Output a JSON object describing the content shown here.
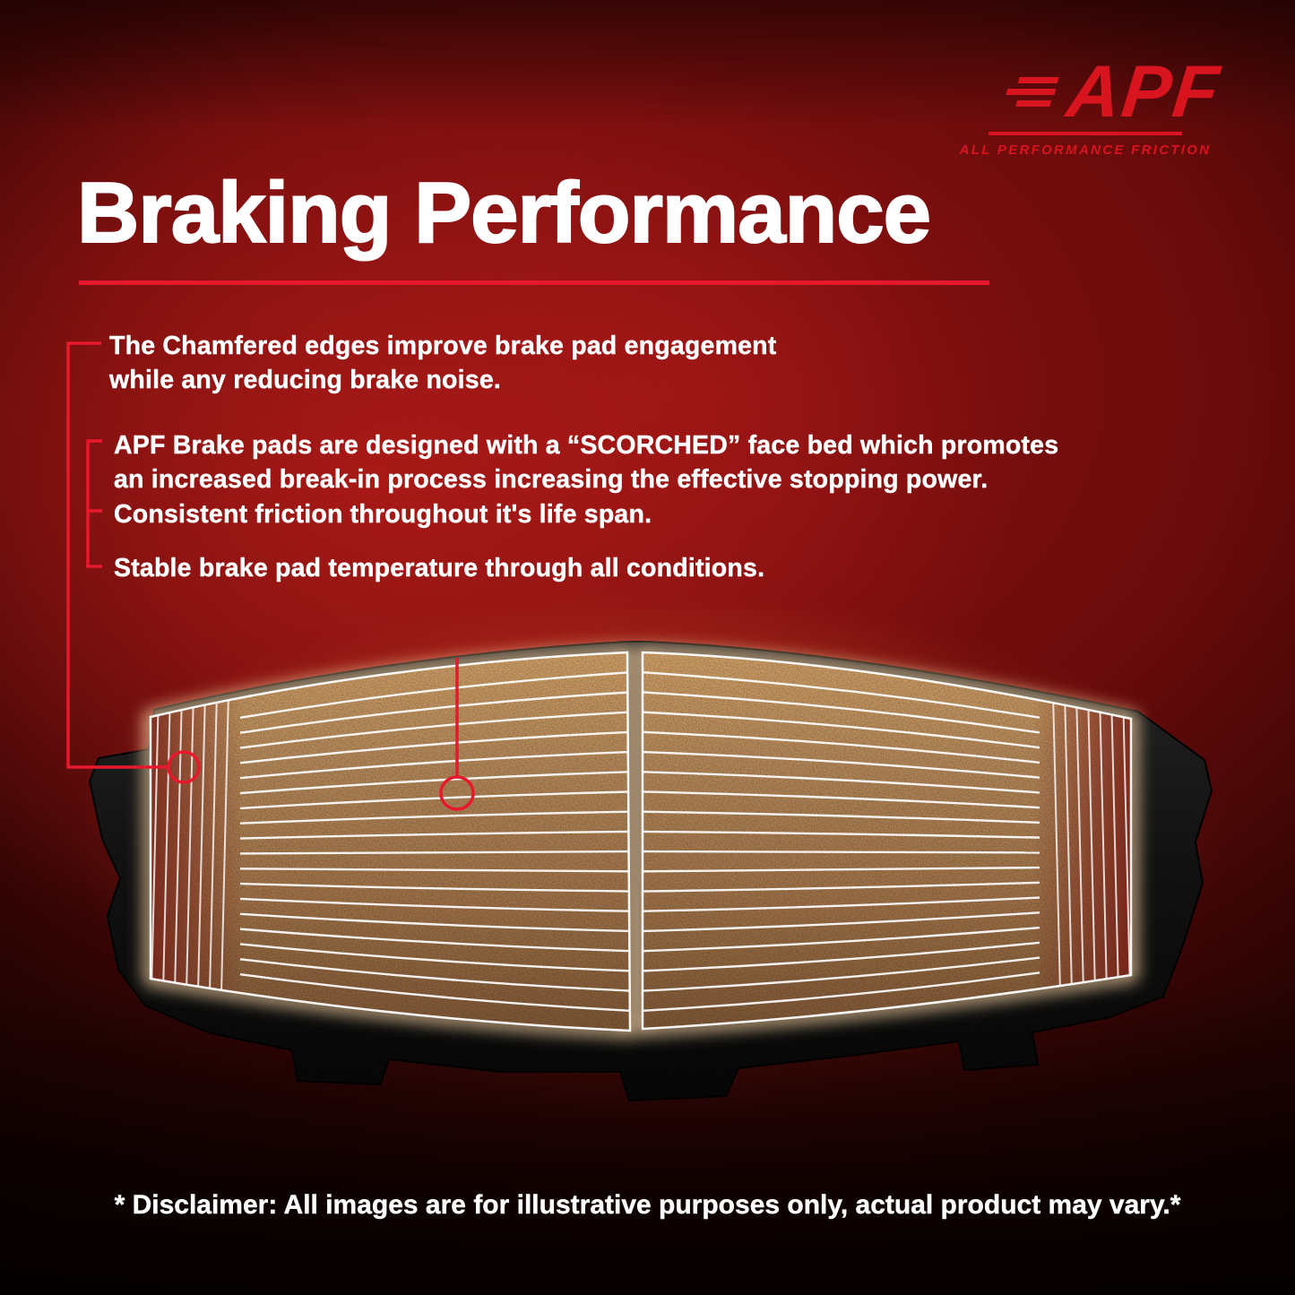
{
  "logo": {
    "brand": "APF",
    "tagline": "ALL PERFORMANCE FRICTION"
  },
  "title": {
    "text": "Braking Performance"
  },
  "bullets": [
    {
      "text": "The Chamfered edges improve brake pad engagement while any reducing brake noise."
    },
    {
      "text": "APF Brake pads are designed with a “SCORCHED” face bed which promotes an increased break-in process increasing the effective stopping power."
    },
    {
      "text": "Consistent friction throughout it's life span."
    },
    {
      "text": "Stable brake pad temperature through all conditions."
    }
  ],
  "disclaimer": "* Disclaimer: All images are for illustrative purposes only, actual product may vary.*",
  "colors": {
    "accent": "#e8192c",
    "brand_red": "#d8141f",
    "glow": "#ffd9a8"
  }
}
